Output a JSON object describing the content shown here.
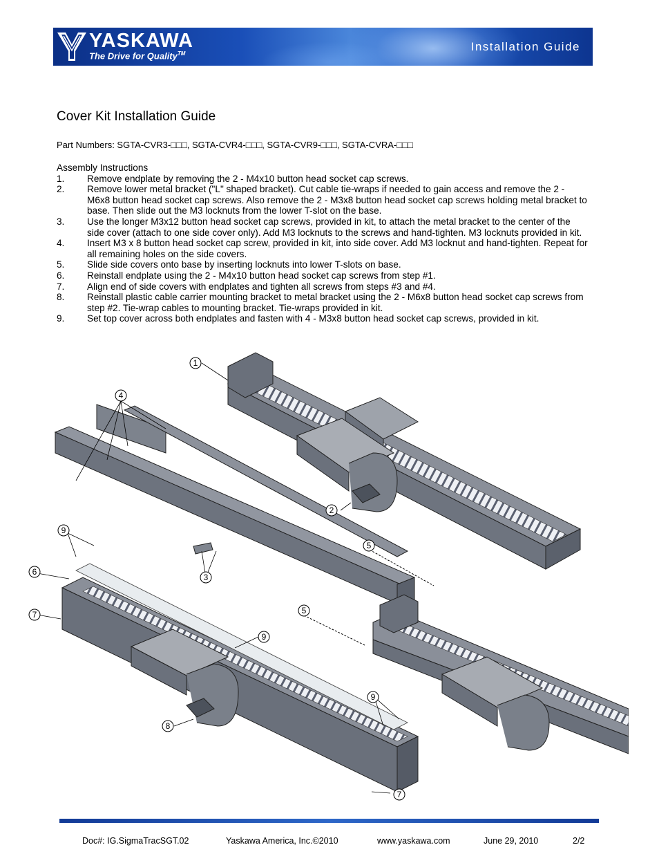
{
  "header": {
    "brand_name": "YASKAWA",
    "tagline": "The Drive for Quality",
    "tagline_mark": "TM",
    "title": "Installation Guide"
  },
  "document": {
    "title": "Cover Kit Installation Guide",
    "part_numbers": "Part Numbers:  SGTA-CVR3-□□□, SGTA-CVR4-□□□, SGTA-CVR9-□□□, SGTA-CVRA-□□□",
    "assembly_heading": "Assembly Instructions",
    "steps": [
      {
        "num": "1.",
        "text": "Remove endplate by removing the 2 - M4x10 button head socket cap screws."
      },
      {
        "num": "2.",
        "text": "Remove lower metal bracket (\"L\" shaped bracket).  Cut cable tie-wraps if needed to gain access and remove the 2 - M6x8 button head socket cap screws.  Also remove the  2 - M3x8 button head socket cap screws holding metal bracket to base.  Then slide out the M3 locknuts from the lower T-slot on the base."
      },
      {
        "num": "3.",
        "text": "Use the longer M3x12 button head socket cap screws, provided in kit, to attach the metal bracket to the center of the side cover (attach to one side cover only).   Add M3 locknuts to the screws and hand-tighten.  M3 locknuts provided in kit."
      },
      {
        "num": "4.",
        "text": "Insert M3 x 8 button head socket cap screw, provided in kit, into side cover.  Add M3 locknut and hand-tighten.  Repeat for all remaining holes on the side covers."
      },
      {
        "num": "5.",
        "text": "Slide side covers onto base by inserting locknuts into lower T-slots on base."
      },
      {
        "num": "6.",
        "text": "Reinstall endplate using the 2 - M4x10 button head socket cap screws from step #1."
      },
      {
        "num": "7.",
        "text": "Align end of side covers with endplates and tighten all screws from steps #3 and #4."
      },
      {
        "num": "8.",
        "text": "Reinstall plastic cable carrier mounting bracket to metal bracket using the 2 - M6x8 button head socket cap screws from step #2.  Tie-wrap cables to mounting bracket.  Tie-wraps provided in kit."
      },
      {
        "num": "9.",
        "text": "Set top cover across both endplates and fasten with 4 - M3x8 button head socket cap screws, provided in kit."
      }
    ]
  },
  "figure": {
    "callouts": [
      "1",
      "2",
      "3",
      "4",
      "5",
      "5",
      "6",
      "7",
      "7",
      "8",
      "9",
      "9",
      "9"
    ]
  },
  "footer": {
    "doc_number": "Doc#: IG.SigmaTracSGT.02",
    "company": "Yaskawa America, Inc.©2010",
    "website": "www.yaskawa.com",
    "date": "June 29, 2010",
    "page": "2/2"
  },
  "colors": {
    "banner_blue": "#1a4fb8",
    "footer_rule": "#2d67c8"
  }
}
